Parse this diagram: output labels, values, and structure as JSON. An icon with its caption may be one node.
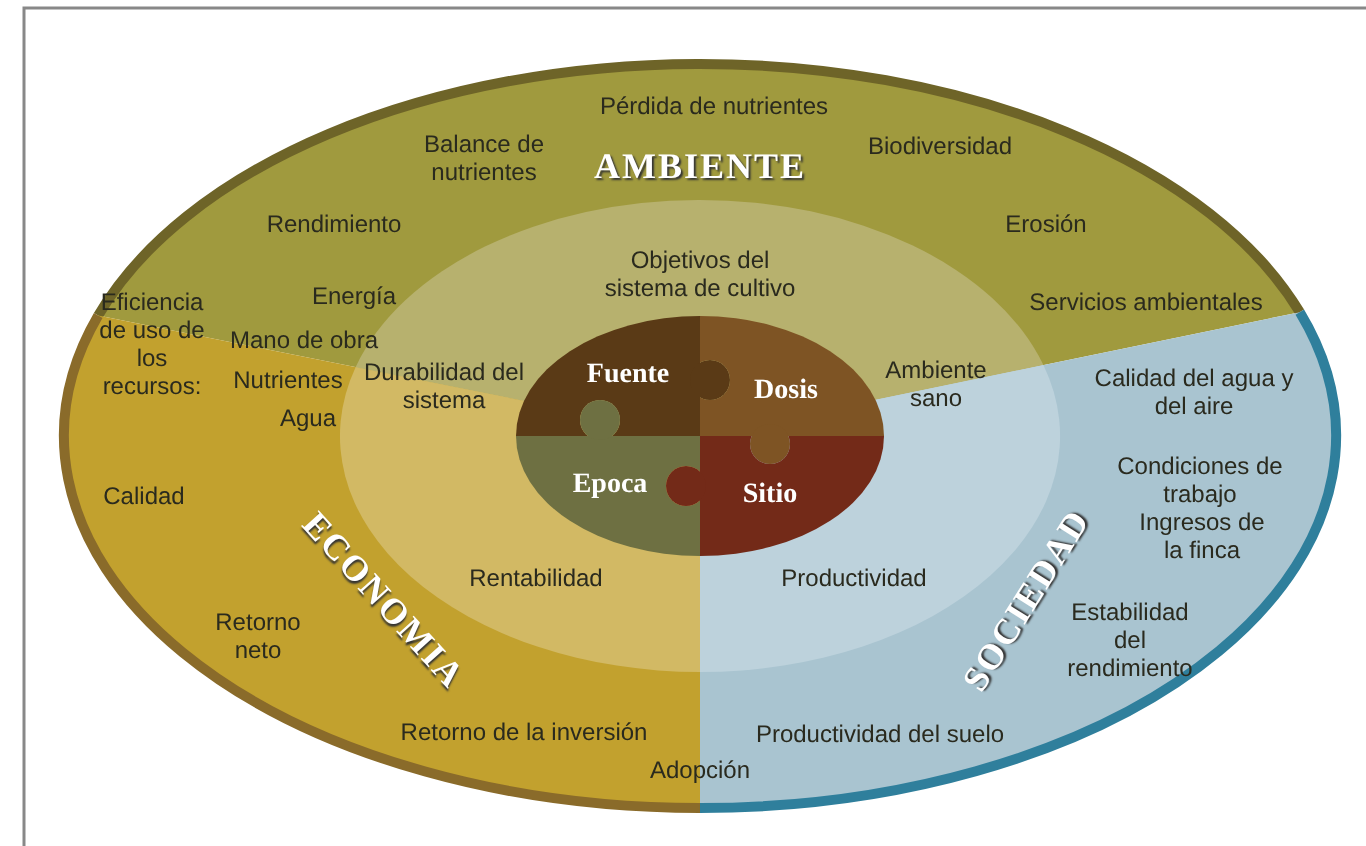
{
  "diagram": {
    "nodes": [
      {
        "text": [
          "Fuente"
        ]
      },
      {
        "text": [
          "Dosis"
        ]
      },
      {
        "text": [
          "Epoca"
        ]
      },
      {
        "text": [
          "Sitio"
        ]
      }
    ],
    "labels": [
      "Pérdida de nutrientes",
      "Balance de nutrientes",
      "AMBIENTE",
      "Biodiversidad",
      "Rendimiento",
      "Erosión",
      "Objetivos del sistema de cultivo",
      "Eficiencia de uso de los recursos:",
      "Energía",
      "Servicios ambientales",
      "Mano de obra",
      "Nutrientes",
      "Durabilidad del sistema",
      "Ambiente sano",
      "Calidad del agua y del aire",
      "Agua",
      "Condiciones de trabajo",
      "Calidad",
      "Ingresos de la finca",
      "Rentabilidad",
      "Productividad",
      "ECONOMIA",
      "SOCIEDAD",
      "Retorno neto",
      "Estabilidad del rendimiento",
      "Retorno de la inversión",
      "Productividad del suelo",
      "Adopción"
    ]
  }
}
